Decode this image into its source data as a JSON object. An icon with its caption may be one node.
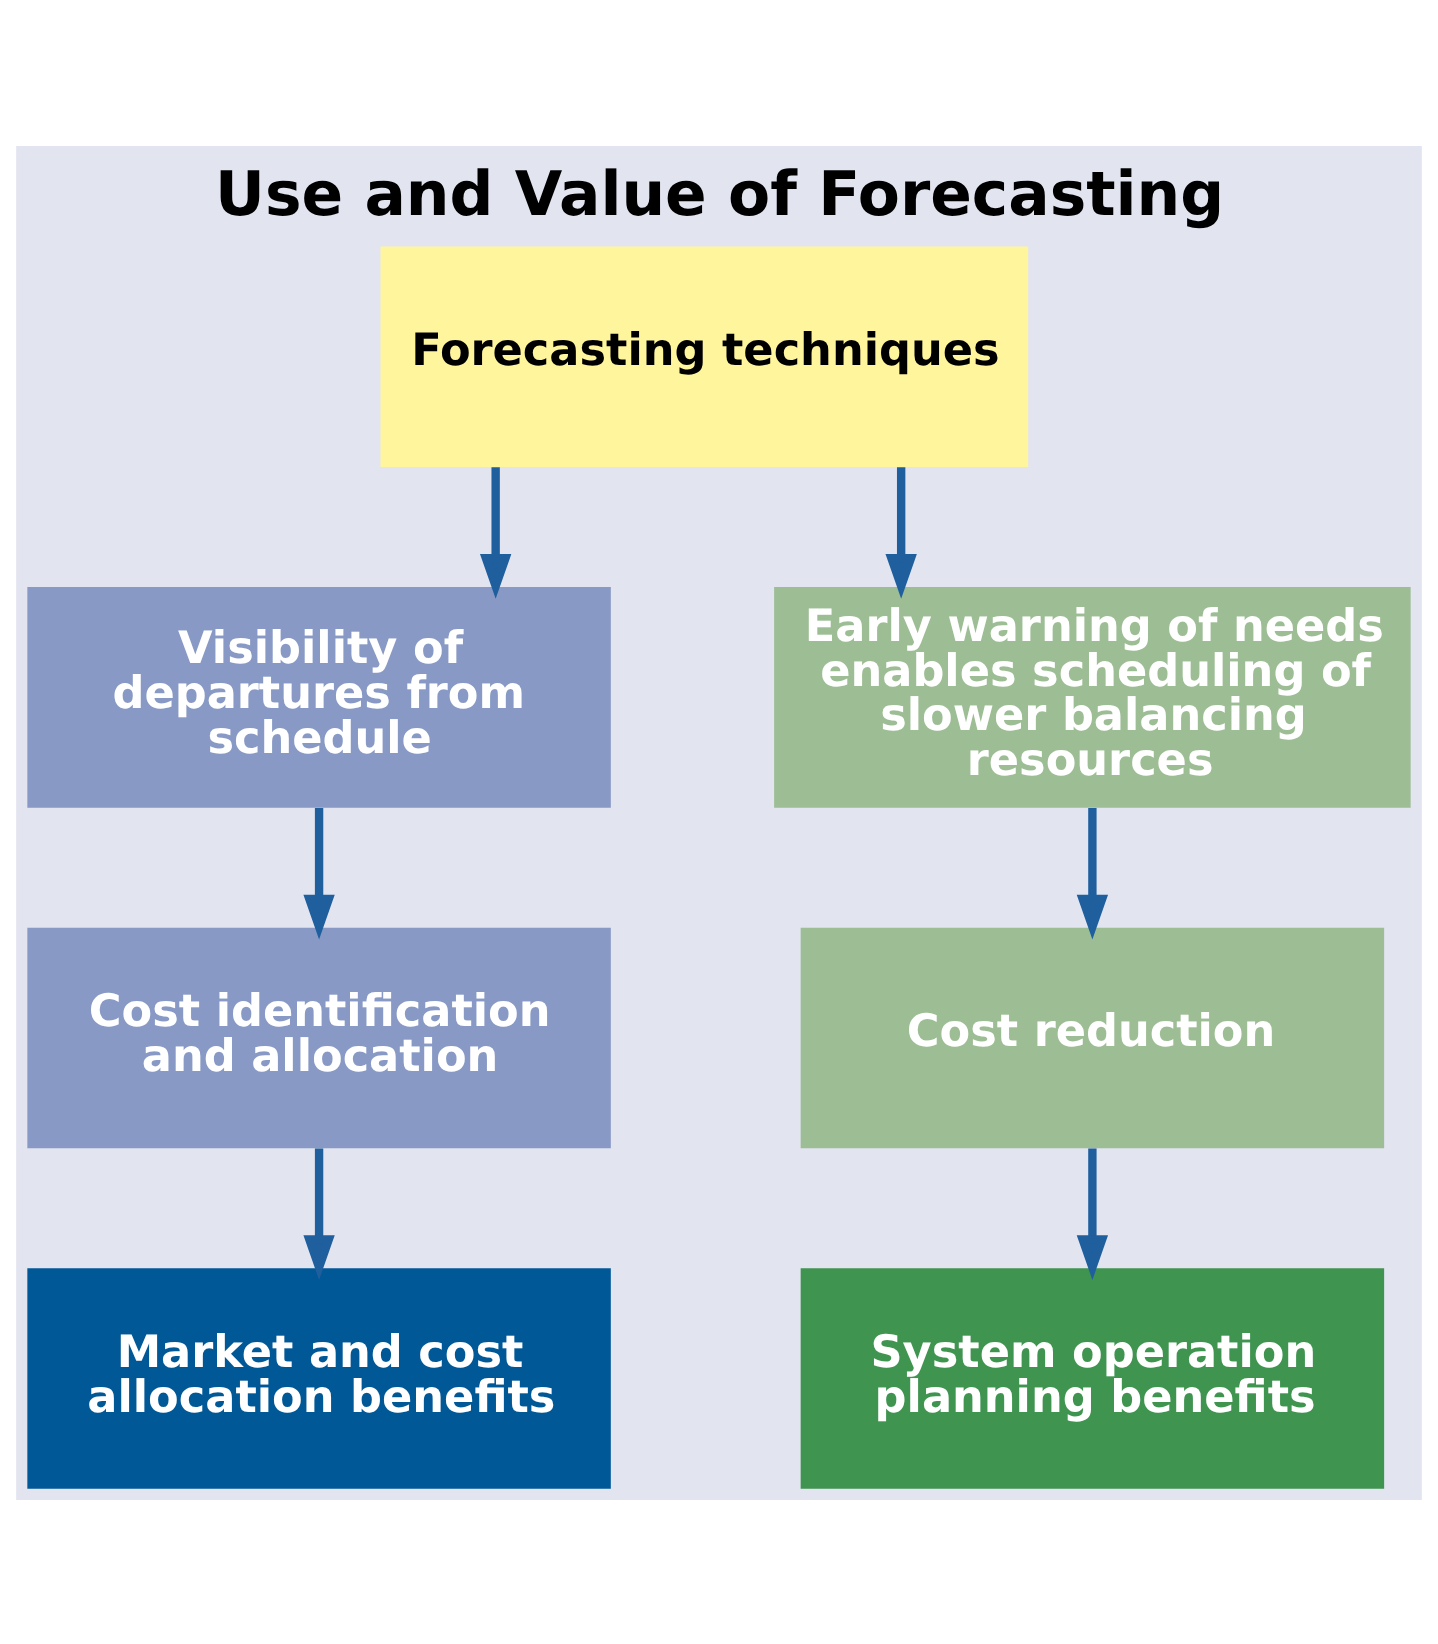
{
  "diagram": {
    "title": "Use and Value of Forecasting",
    "nodes": [
      {
        "text": [
          "Forecasting techniques"
        ]
      },
      {
        "text": [
          "Visibility of departures from schedule"
        ]
      },
      {
        "text": [
          "Early warning of needs enables scheduling of slower balancing resources"
        ]
      },
      {
        "text": [
          "Cost identification and allocation"
        ]
      },
      {
        "text": [
          "Cost reduction"
        ]
      },
      {
        "text": [
          "Market and cost allocation benefits"
        ]
      },
      {
        "text": [
          "System operation planning benefits"
        ]
      }
    ],
    "edges": [
      {
        "from": 0,
        "to": 1,
        "arrow": "to"
      },
      {
        "from": 0,
        "to": 2,
        "arrow": "to"
      },
      {
        "from": 1,
        "to": 3,
        "arrow": "to"
      },
      {
        "from": 2,
        "to": 4,
        "arrow": "to"
      },
      {
        "from": 3,
        "to": 5,
        "arrow": "to"
      },
      {
        "from": 4,
        "to": 6,
        "arrow": "to"
      }
    ]
  }
}
